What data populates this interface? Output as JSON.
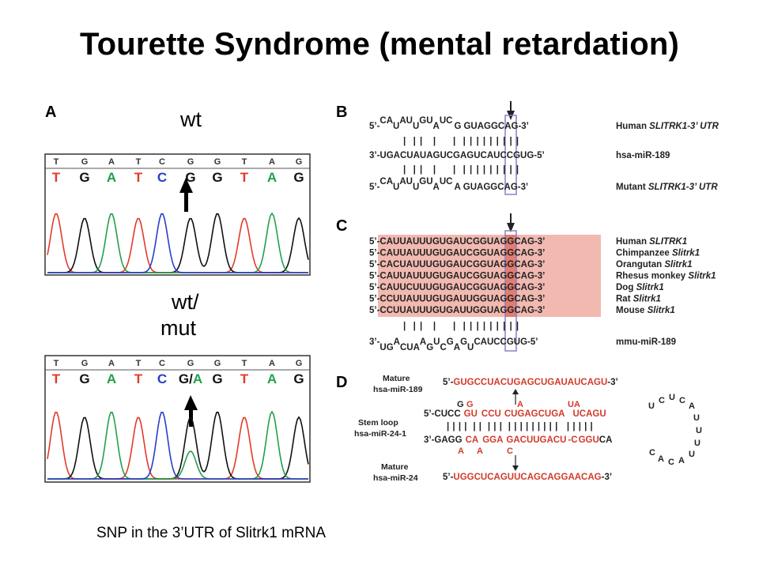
{
  "title": "Tourette Syndrome (mental retardation)",
  "caption": "SNP in the 3’UTR of Slitrk1 mRNA",
  "panel_a": {
    "label": "A",
    "wt_label": "wt",
    "mut_label_line1": "wt/",
    "mut_label_line2": "mut",
    "top_seq": [
      "T",
      "G",
      "A",
      "T",
      "C",
      "G",
      "G",
      "T",
      "A",
      "G"
    ],
    "wt_bases": [
      "T",
      "G",
      "A",
      "T",
      "C",
      "G",
      "G",
      "T",
      "A",
      "G"
    ],
    "mut_bases": [
      "T",
      "G",
      "A",
      "T",
      "C",
      "G/A",
      "G",
      "T",
      "A",
      "G"
    ],
    "base_colors": {
      "T": "#e23b2a",
      "G": "#111111",
      "A": "#22a04a",
      "C": "#2b3dcc"
    }
  },
  "panel_b": {
    "label": "B",
    "row1": "5’-CA U AU U GU A UC G GUAGGCAG-3’",
    "row1_name": "Human ",
    "row1_italic": "SLITRK1-3’ UTR",
    "row2": "3’-UGACUAUAGUCGAGUCAUCCGUG-5’",
    "row2_name": "hsa-miR-189",
    "row3_name": "Mutant ",
    "row3_italic": "SLITRK1-3’ UTR"
  },
  "panel_c": {
    "label": "C",
    "rows": [
      {
        "seq": "5’-CAUUAUUUGUGAUCGGUAGGCAG-3’",
        "name": "Human ",
        "species": "SLITRK1"
      },
      {
        "seq": "5’-CAUUAUUUGUGAUCGGUAGGCAG-3’",
        "name": "Chimpanzee ",
        "species": "Slitrk1"
      },
      {
        "seq": "5’-CACUAUUUGUGAUCGGUAGGCAG-3’",
        "name": "Orangutan ",
        "species": "Slitrk1"
      },
      {
        "seq": "5’-CAUUAUUUGUGAUCGGUAGGCAG-3’",
        "name": "Rhesus monkey ",
        "species": "Slitrk1"
      },
      {
        "seq": "5’-CAUUCUUUGUGAUCGGUAGGCAG-3’",
        "name": "Dog ",
        "species": "Slitrk1"
      },
      {
        "seq": "5’-CCUUAUUUGUGAUUGGUAGGCAG-3’",
        "name": "Rat ",
        "species": "Slitrk1"
      },
      {
        "seq": "5’-CCUUAUUUGUGAUUGGUAGGCAG-3’",
        "name": "Mouse ",
        "species": "Slitrk1"
      }
    ],
    "mirna_name": "mmu-miR-189"
  },
  "panel_d": {
    "label": "D",
    "mature1_label_1": "Mature",
    "mature1_label_2": "hsa-miR-189",
    "mature1_seq": "5’-GUGCCUACUGAGCUGAUAUCAGU-3’",
    "stem_label_1": "Stem loop",
    "stem_label_2": "hsa-miR-24-1",
    "mature2_label_1": "Mature",
    "mature2_label_2": "hsa-miR-24",
    "mature2_seq": "5’-UGGCUCAGUUCAGCAGGAACAG-3’"
  }
}
